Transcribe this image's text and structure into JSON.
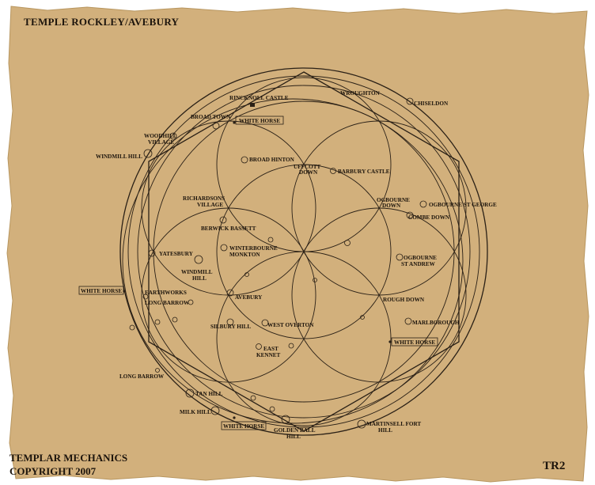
{
  "title": "TEMPLE ROCKLEY/AVEBURY",
  "footer": {
    "line1": "TEMPLAR MECHANICS",
    "line2": "COPYRIGHT 2007"
  },
  "map_code": "TR2",
  "colors": {
    "paper": "#d2b07c",
    "ink": "#1c140c"
  },
  "labels": {
    "rinckoll_castle": "RINCKNOLL CASTLE",
    "wroughton": "WROUGHTON",
    "chiseldon": "CHISELDON",
    "broad_town": "BROAD TOWN",
    "white_horse_broad_town": "WHITE HORSE",
    "woodhill_village_1": "WOODHILL",
    "woodhill_village_2": "VILLAGE",
    "windmill_hill_north": "WINDMILL HILL",
    "broad_hinton": "BROAD HINTON",
    "uffcott_down_1": "UFFCOTT",
    "uffcott_down_2": "DOWN",
    "barbury_castle": "BARBURY CASTLE",
    "richardsons_village_1": "RICHARDSONS",
    "richardsons_village_2": "VILLAGE",
    "ogbourne_down_1": "OGBOURNE",
    "ogbourne_down_2": "DOWN",
    "ogbourne_st_george": "OGBOURNE ST GEORGE",
    "combe_down": "COMBE DOWN",
    "berwick_bassett": "BERWICK BASSETT",
    "yatesbury": "YATESBURY",
    "winterbourne_monkton_1": "WINTERBOURNE",
    "winterbourne_monkton_2": "MONKTON",
    "ogbourne_st_andrew_1": "OGBOURNE",
    "ogbourne_st_andrew_2": "ST ANDREW",
    "windmill_hill_1": "WINDMILL",
    "windmill_hill_2": "HILL",
    "white_horse_west": "WHITE HORSE",
    "earthworks": "EARTHWORKS",
    "long_barrow_1": "LONG BARROW",
    "avebury": "AVEBURY",
    "rough_down": "ROUGH DOWN",
    "silbury_hill": "SILBURY HILL",
    "west_overton": "WEST OVERTON",
    "marlborough": "MARLBOROUGH",
    "white_horse_marlborough": "WHITE HORSE",
    "east_kennet_1": "EAST",
    "east_kennet_2": "KENNET",
    "long_barrow_2": "LONG BARROW",
    "tan_hill": "TAN HILL",
    "milk_hill": "MILK HILL",
    "white_horse_south": "WHITE HORSE",
    "golden_ball_hill_1": "GOLDEN BALL",
    "golden_ball_hill_2": "HILL",
    "martinsell_fort_hill_1": "MARTINSELL FORT",
    "martinsell_fort_hill_2": "HILL"
  }
}
